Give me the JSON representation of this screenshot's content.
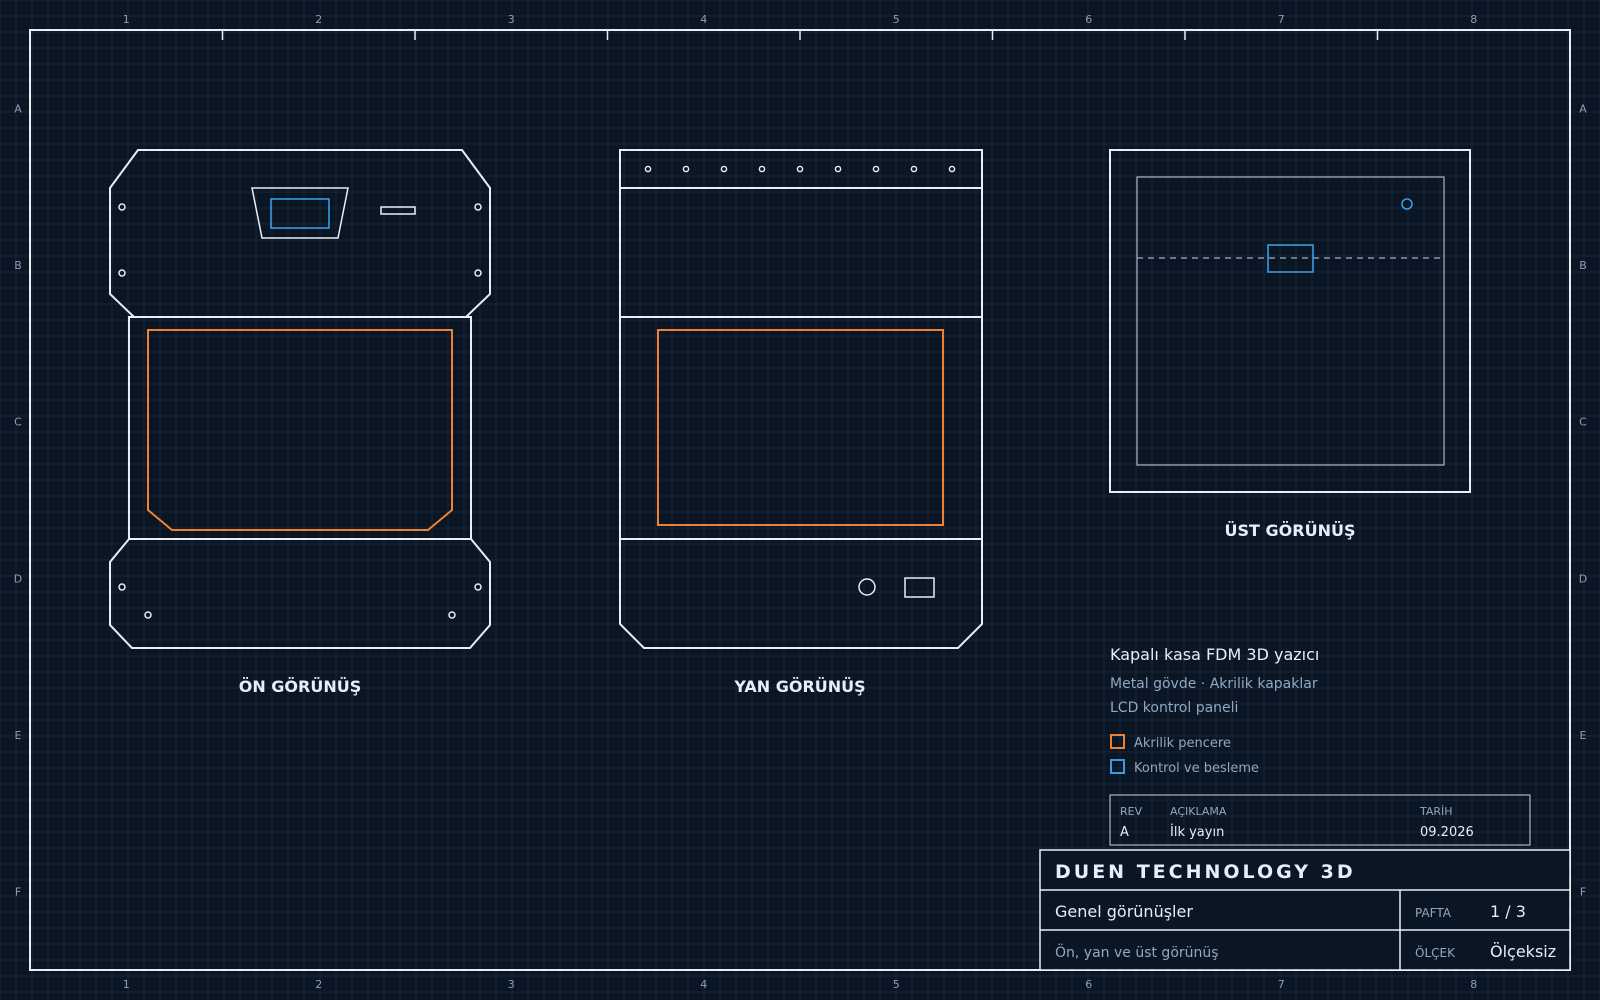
{
  "zones": {
    "columns": [
      "1",
      "2",
      "3",
      "4",
      "5",
      "6",
      "7",
      "8"
    ],
    "rows": [
      "A",
      "B",
      "C",
      "D",
      "E",
      "F"
    ]
  },
  "views": {
    "front": "ÖN GÖRÜNÜŞ",
    "side": "YAN GÖRÜNÜŞ",
    "top": "ÜST GÖRÜNÜŞ"
  },
  "description": {
    "title": "Kapalı kasa FDM 3D yazıcı",
    "line1": "Metal gövde · Akrilik kapaklar",
    "line2": "LCD kontrol paneli"
  },
  "legend": [
    {
      "label": "Akrilik pencere",
      "color": "#ee8233"
    },
    {
      "label": "Kontrol ve besleme",
      "color": "#3b9ae1"
    }
  ],
  "revision": {
    "headers": {
      "rev": "REV",
      "desc": "AÇIKLAMA",
      "date": "TARİH"
    },
    "row": {
      "rev": "A",
      "desc": "İlk yayın",
      "date": "09.2026"
    }
  },
  "title_block": {
    "company": "DUEN TECHNOLOGY 3D",
    "title": "Genel görünüşler",
    "subtitle": "Ön, yan ve üst görünüş",
    "sheet_label": "PAFTA",
    "sheet_value": "1 / 3",
    "scale_label": "ÖLÇEK",
    "scale_value": "Ölçeksiz"
  },
  "colors": {
    "background": "#0b1624",
    "line": "#e8eef6",
    "acrylic": "#ee8233",
    "control": "#3b9ae1"
  }
}
